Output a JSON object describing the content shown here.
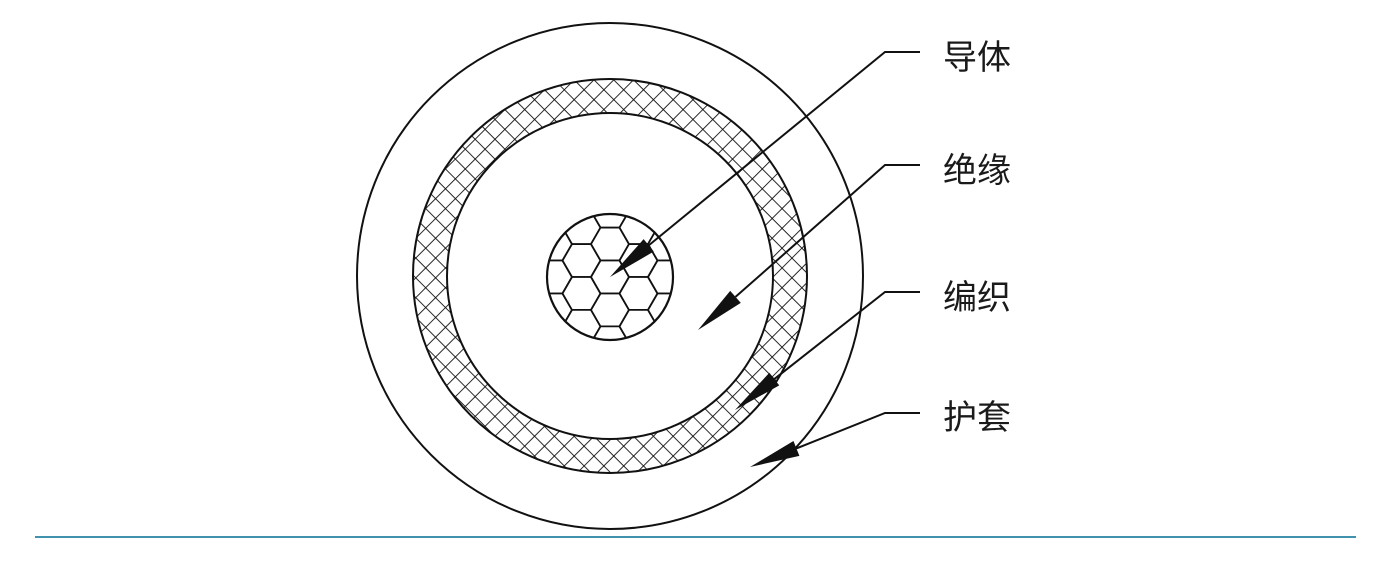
{
  "diagram": {
    "title_hidden": false,
    "labels": [
      {
        "id": "conductor",
        "text": "导体"
      },
      {
        "id": "insulation",
        "text": "绝缘"
      },
      {
        "id": "braid",
        "text": "编织"
      },
      {
        "id": "jacket",
        "text": "护套"
      }
    ],
    "colors": {
      "stroke": "#111111",
      "rule": "#3f93ad",
      "background": "#ffffff"
    }
  }
}
